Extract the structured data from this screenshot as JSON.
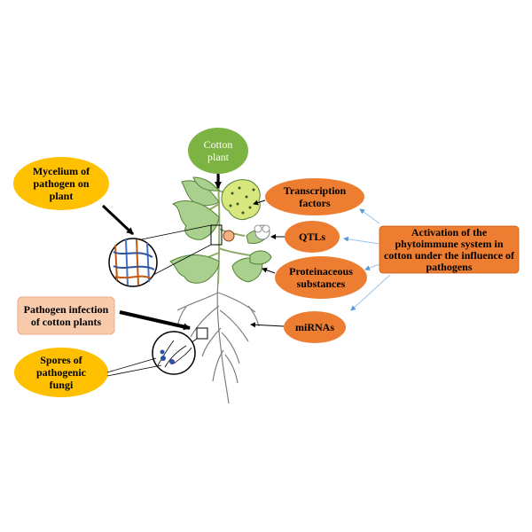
{
  "center": {
    "label": "Cotton\nplant",
    "color": "#7cb342"
  },
  "mycelium": {
    "label": "Mycelium of\npathogen on\nplant",
    "color": "#ffc000"
  },
  "infection": {
    "label": "Pathogen infection\nof cotton plants",
    "color": "#f8cbad"
  },
  "spores": {
    "label": "Spores of\npathogenic\nfungi",
    "color": "#ffc000"
  },
  "activation": {
    "label": "Activation of the\nphytoimmune system in\ncotton under the influence of\npathogens",
    "color": "#ed7d31"
  },
  "factors": [
    {
      "label": "Transcription\nfactors"
    },
    {
      "label": "QTLs"
    },
    {
      "label": "Proteinaceous\nsubstances"
    },
    {
      "label": "miRNAs"
    }
  ],
  "colors": {
    "oval_orange": "#ed7d31",
    "leaf": "#a9d08e",
    "leaf_spotted": "#d9e77f",
    "arrow_light": "#9dc3e6"
  }
}
